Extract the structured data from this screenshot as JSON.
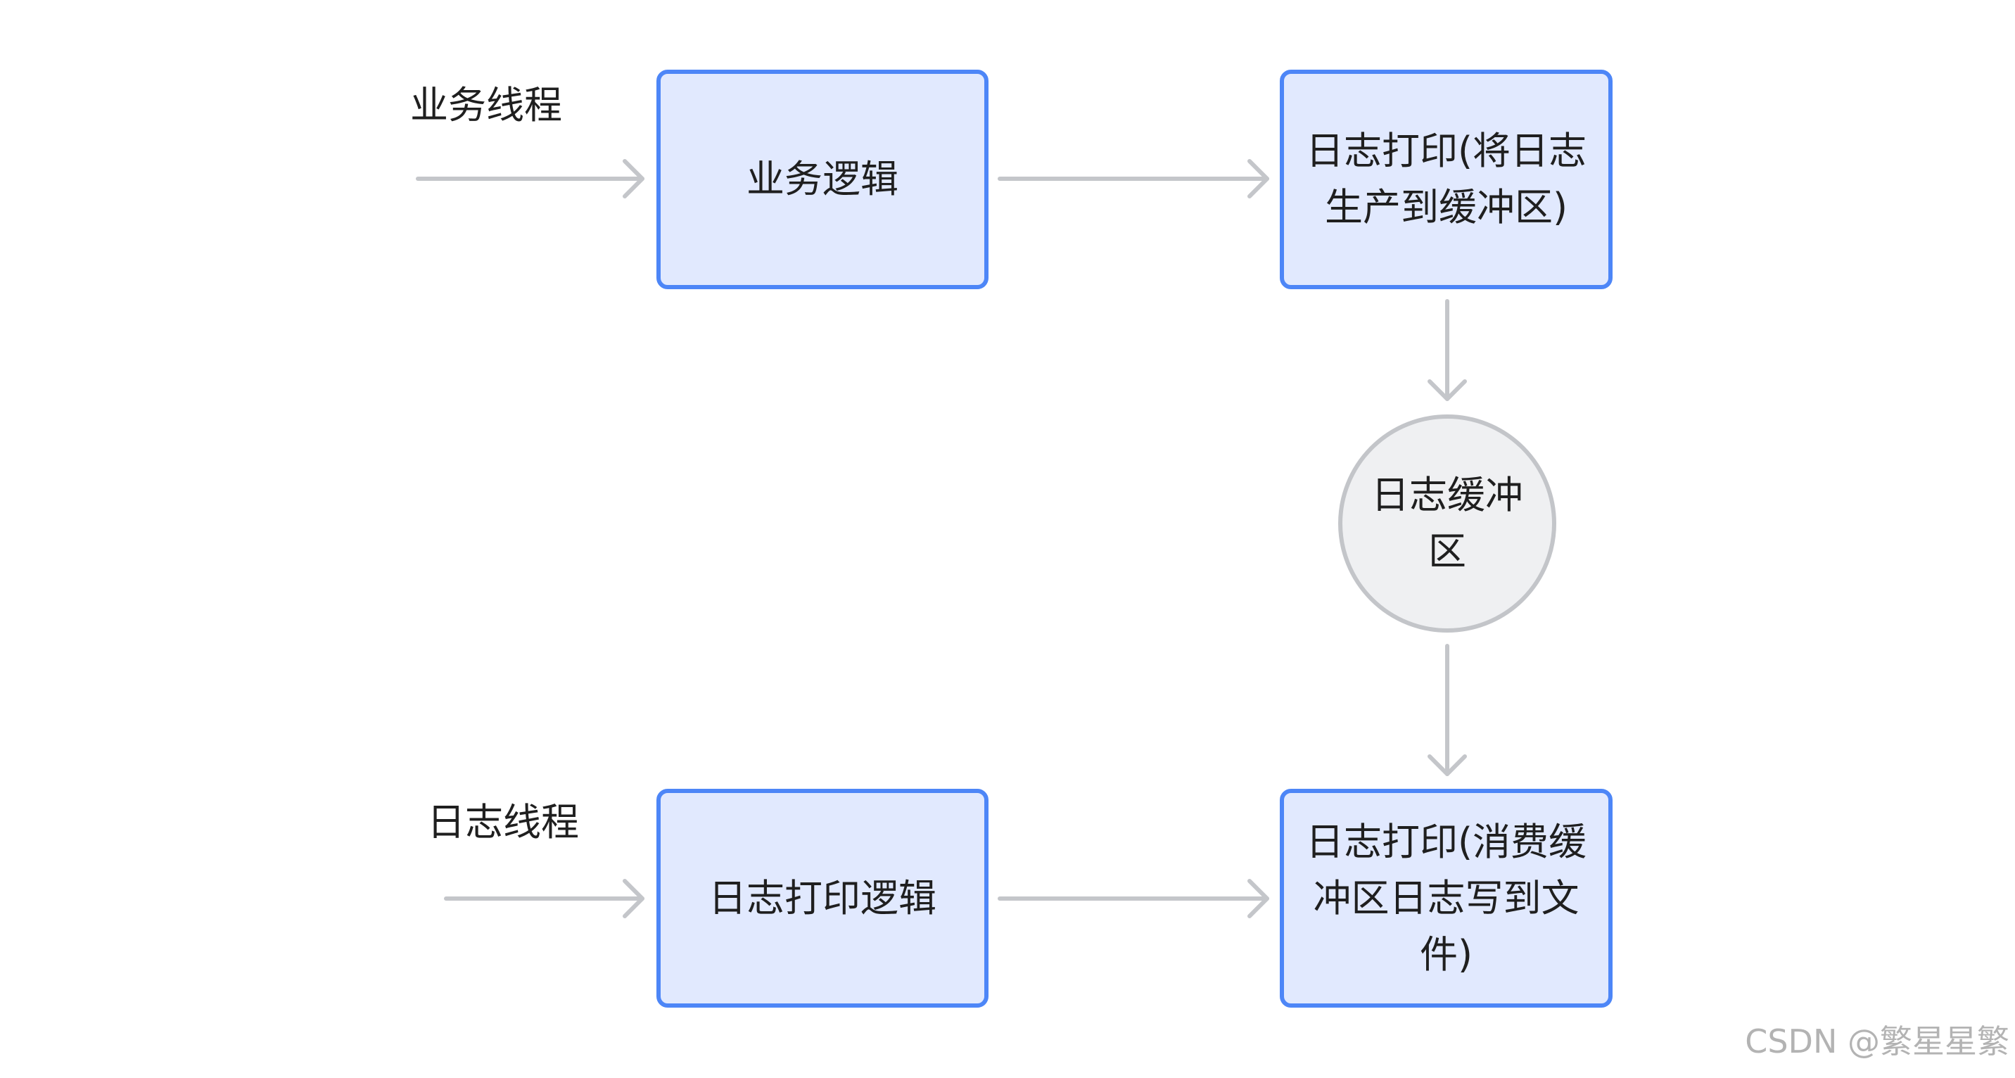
{
  "lanes": {
    "business": "业务线程",
    "log": "日志线程"
  },
  "nodes": {
    "business_logic": {
      "lines": [
        "业务逻辑"
      ]
    },
    "log_produce": {
      "lines": [
        "日志打印(将日志",
        "生产到缓冲区)"
      ]
    },
    "log_buffer": {
      "lines": [
        "日志缓冲",
        "区"
      ]
    },
    "log_print_logic": {
      "lines": [
        "日志打印逻辑"
      ]
    },
    "log_consume": {
      "lines": [
        "日志打印(消费缓",
        "冲区日志写到文",
        "件)"
      ]
    }
  },
  "watermark": "CSDN @繁星星繁",
  "colors": {
    "box_border": "#4d86f7",
    "box_fill": "#e1e9fe",
    "buffer_border": "#c3c5c9",
    "buffer_fill": "#eff0f2",
    "arrow": "#c4c6ca",
    "text": "#1f1f1f",
    "watermark": "#b3b3b3"
  }
}
